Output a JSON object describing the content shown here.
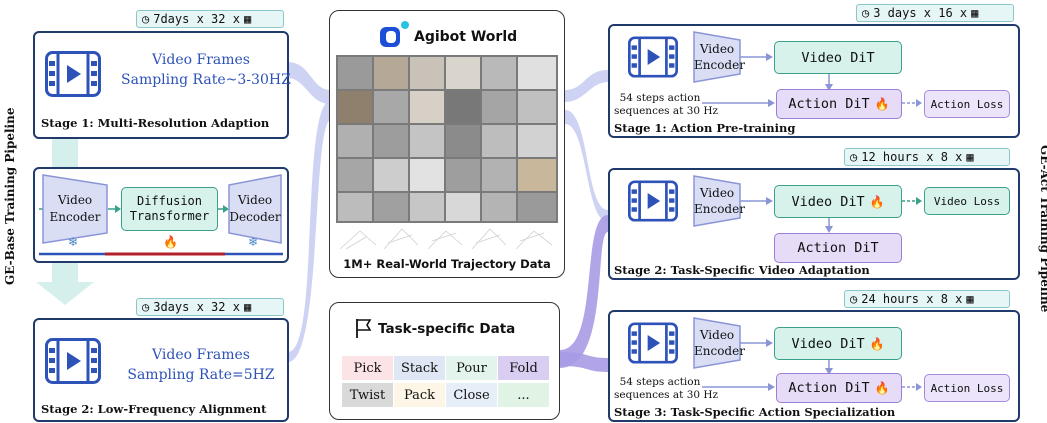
{
  "left_pipeline": {
    "title": "GE-Base Training Pipeline",
    "stage1": {
      "time": "7days x 32 x",
      "frames_line1": "Video Frames",
      "frames_line2": "Sampling Rate~3-30HZ",
      "label": "Stage 1:  Multi-Resolution Adaption"
    },
    "middle": {
      "encoder_line1": "Video",
      "encoder_line2": "Encoder",
      "transformer_line1": "Diffusion",
      "transformer_line2": "Transformer",
      "decoder_line1": "Video",
      "decoder_line2": "Decoder"
    },
    "stage2": {
      "time": "3days x 32 x",
      "frames_line1": "Video Frames",
      "frames_line2": "Sampling Rate=5HZ",
      "label": "Stage 2: Low-Frequency Alignment"
    }
  },
  "center": {
    "brand": "Agibot World",
    "data_caption": "1M+ Real-World Trajectory Data",
    "task_title": "Task-specific Data",
    "tasks": [
      {
        "label": "Pick",
        "color": "#fbe3e6"
      },
      {
        "label": "Stack",
        "color": "#dfe7f5"
      },
      {
        "label": "Pour",
        "color": "#e2f4ec"
      },
      {
        "label": "Fold",
        "color": "#d9cdf2"
      },
      {
        "label": "Twist",
        "color": "#d9d9d9"
      },
      {
        "label": "Pack",
        "color": "#fdf6e6"
      },
      {
        "label": "Close",
        "color": "#e6eef8"
      },
      {
        "label": "...",
        "color": "#e0f3e4"
      }
    ]
  },
  "right_pipeline": {
    "title": "GE-Act Training Pipeline",
    "stage1": {
      "time": "3 days x 16 x",
      "encoder_line1": "Video",
      "encoder_line2": "Encoder",
      "video_dit": "Video DiT",
      "action_dit": "Action DiT",
      "loss": "Action Loss",
      "note_line1": "54 steps action",
      "note_line2": "sequences at 30 Hz",
      "label": "Stage 1: Action Pre-training"
    },
    "stage2": {
      "time": "12 hours x 8 x",
      "encoder_line1": "Video",
      "encoder_line2": "Encoder",
      "video_dit": "Video DiT",
      "action_dit": "Action DiT",
      "loss": "Video Loss",
      "label": "Stage 2: Task-Specific Video Adaptation"
    },
    "stage3": {
      "time": "24 hours x 8 x",
      "encoder_line1": "Video",
      "encoder_line2": "Encoder",
      "video_dit": "Video DiT",
      "action_dit": "Action DiT",
      "loss": "Action Loss",
      "note_line1": "54 steps action",
      "note_line2": "sequences at 30 Hz",
      "label": "Stage 3: Task-Specific Action Specialization"
    }
  },
  "colors": {
    "panel_border": "#1f3a6b",
    "flow_lavender": "#c9cdf2",
    "flow_purple": "#a99be6",
    "flow_mint": "#d5f0ec",
    "video_dit_fill": "#d6f2ea",
    "action_dit_fill": "#e6dcf7",
    "fire": "#e0402a",
    "frozen": "#4a86c8"
  }
}
